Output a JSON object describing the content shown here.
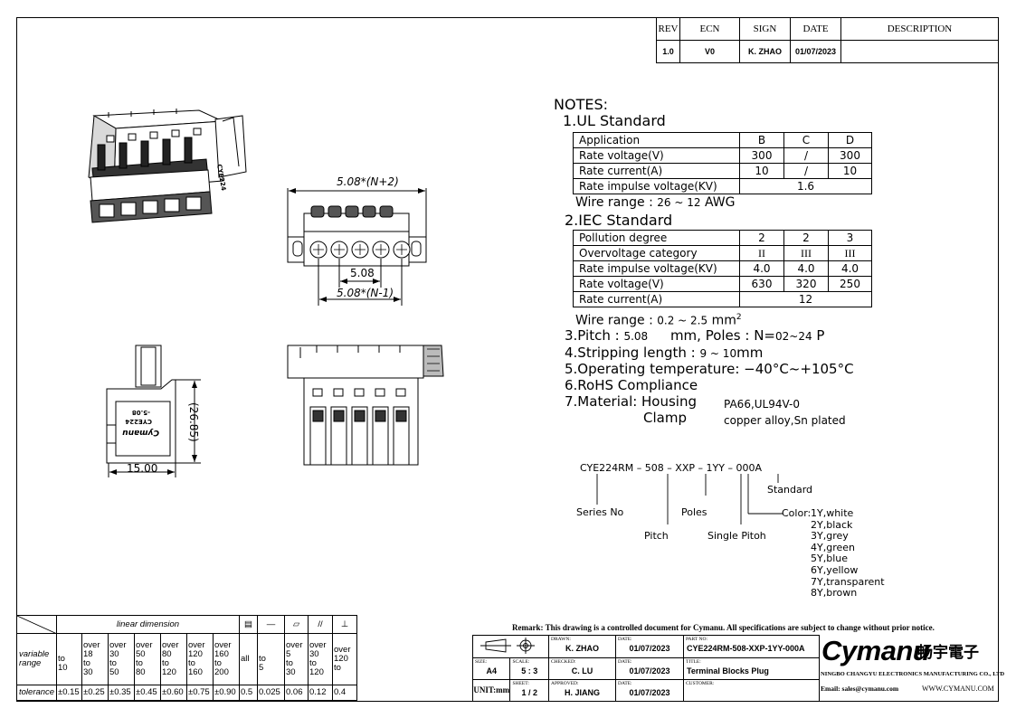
{
  "revision": {
    "headers": [
      "REV",
      "ECN",
      "SIGN",
      "DATE",
      "DESCRIPTION"
    ],
    "values": [
      "1.0",
      "V0",
      "K. ZHAO",
      "01/07/2023",
      ""
    ]
  },
  "drawing": {
    "dim_width": "5.08*(N+2)",
    "dim_pitch": "5.08",
    "dim_span": "5.08*(N-1)",
    "dim_height": "(26.85)",
    "dim_depth": "15.00",
    "part_text": "CYE224",
    "part_sub": "-5.08",
    "side_logo": "Cymanu"
  },
  "notes": {
    "heading": "NOTES:",
    "ul_title": "1.UL Standard",
    "ul_table": [
      [
        "Application",
        "B",
        "C",
        "D"
      ],
      [
        "Rate voltage(V)",
        "300",
        "/",
        "300"
      ],
      [
        "Rate current(A)",
        "10",
        "/",
        "10"
      ],
      [
        "Rate impulse voltage(KV)",
        "1.6"
      ]
    ],
    "ul_wire_label": "Wire range :",
    "ul_wire_value": "26 ~ 12",
    "ul_wire_unit": "AWG",
    "iec_title": "2.IEC Standard",
    "iec_table": [
      [
        "Pollution degree",
        "2",
        "2",
        "3"
      ],
      [
        "Overvoltage category",
        "II",
        "III",
        "III"
      ],
      [
        "Rate impulse voltage(KV)",
        "4.0",
        "4.0",
        "4.0"
      ],
      [
        "Rate voltage(V)",
        "630",
        "320",
        "250"
      ],
      [
        "Rate current(A)",
        "12"
      ]
    ],
    "iec_wire_label": "Wire range :",
    "iec_wire_value": "0.2 ~ 2.5",
    "iec_wire_unit": "mm",
    "iec_wire_sup": "2",
    "pitch_label": "3.Pitch :",
    "pitch_value": "5.08",
    "pitch_unit": "mm, Poles :",
    "poles_label": "N=",
    "poles_value": "02~24",
    "poles_unit": "P",
    "strip_label": "4.Stripping length :",
    "strip_value": "9 ~ 10",
    "strip_unit": "mm",
    "temp": "5.Operating temperature: −40°C~+105°C",
    "rohs": "6.RoHS Compliance",
    "material_label": "7.Material:",
    "housing_label": "Housing",
    "housing_value": "PA66,UL94V-0",
    "clamp_label": "Clamp",
    "clamp_value": "copper alloy,Sn plated"
  },
  "part_code": {
    "segments": [
      "CYE224RM",
      "508",
      "XXP",
      "1YY",
      "000A"
    ],
    "separator": "–",
    "labels": {
      "standard": "Standard",
      "series": "Series No",
      "poles": "Poles",
      "pitch": "Pitch",
      "single": "Single Pitoh",
      "color": "Color:"
    },
    "colors": [
      "1Y,white",
      "2Y,black",
      "3Y,grey",
      "4Y,green",
      "5Y,blue",
      "6Y,yellow",
      "7Y,transparent",
      "8Y,brown"
    ]
  },
  "tolerance": {
    "header_linear": "linear dimension",
    "row_label_variable": "variable range",
    "row_label_tol": "tolerance",
    "linear_ranges": [
      [
        "to",
        "10"
      ],
      [
        "over",
        "18",
        "to",
        "30"
      ],
      [
        "over",
        "30",
        "to",
        "50"
      ],
      [
        "over",
        "50",
        "to",
        "80"
      ],
      [
        "over",
        "80",
        "to",
        "120"
      ],
      [
        "over",
        "120",
        "to",
        "160"
      ],
      [
        "over",
        "160",
        "to",
        "200"
      ]
    ],
    "linear_values": [
      "±0.15",
      "±0.25",
      "±0.35",
      "±0.45",
      "±0.60",
      "±0.75",
      "±0.90"
    ],
    "sym_all": "all",
    "sym_ranges": [
      [
        "to",
        "5"
      ],
      [
        "over",
        "5",
        "to",
        "30"
      ],
      [
        "over",
        "30",
        "to",
        "120"
      ],
      [
        "over",
        "120",
        "to"
      ]
    ],
    "sym_values": [
      "0.5",
      "0.025",
      "0.06",
      "0.12",
      "0.4"
    ]
  },
  "title_block": {
    "remark": "Remark: This drawing is a controlled document for Cymanu. All specifications are subject to change without prior notice.",
    "drawn_label": "DRAWN:",
    "drawn": "K. ZHAO",
    "date_label": "DATE:",
    "drawn_date": "01/07/2023",
    "partno_label": "PART NO:",
    "partno": "CYE224RM-508-XXP-1YY-000A",
    "size_label": "SIZE:",
    "size": "A4",
    "scale_label": "SCALE:",
    "scale": "5 : 3",
    "checked_label": "CHECKED:",
    "checked": "C. LU",
    "checked_date": "01/07/2023",
    "title_label": "TITLE:",
    "title": "Terminal Blocks Plug",
    "unit": "UNIT:mm",
    "sheet_label": "SHEET:",
    "sheet": "1 / 2",
    "approved_label": "APPROVED:",
    "approved": "H. JIANG",
    "approved_date": "01/07/2023",
    "customer_label": "CUSTOMER:",
    "customer": ""
  },
  "brand": {
    "logo": "Cymanu",
    "logo_cn": "畅宇電子",
    "company": "NINGBO CHANGYU ELECTRONICS MANUFACTURING CO., LTD",
    "email": "Email: sales@cymanu.com",
    "website": "WWW.CYMANU.COM"
  }
}
